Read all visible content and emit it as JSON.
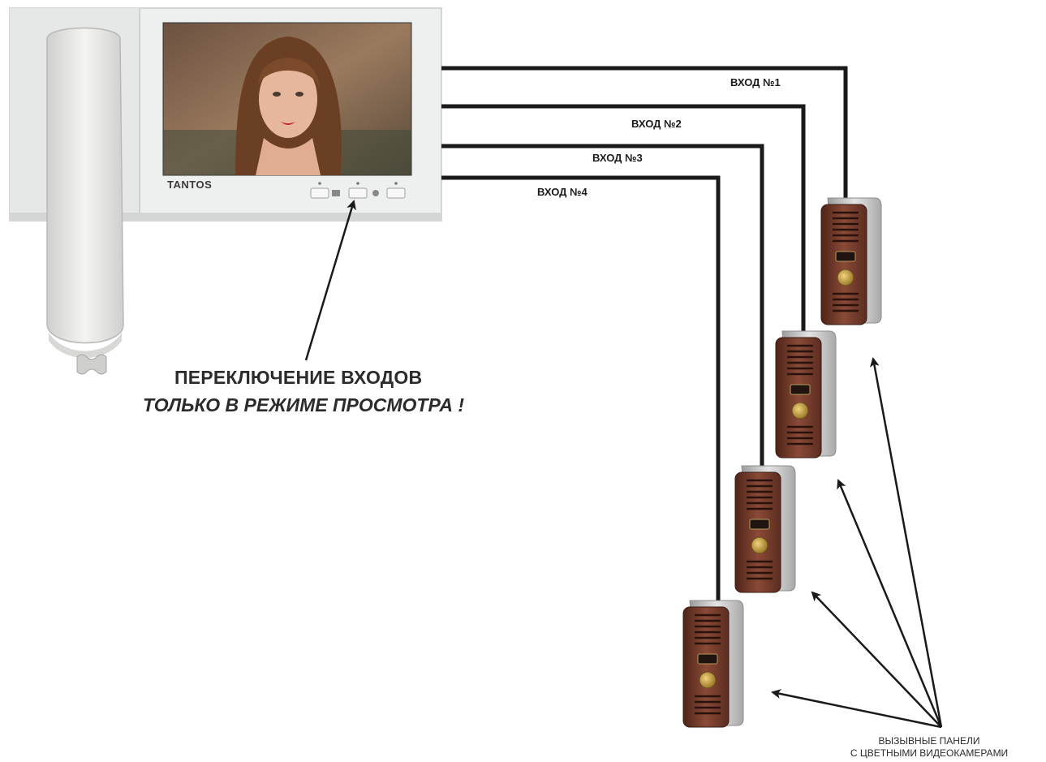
{
  "monitor": {
    "brand": "TANTOS"
  },
  "inputs": [
    {
      "label": "ВХОД №1"
    },
    {
      "label": "ВХОД №2"
    },
    {
      "label": "ВХОД №3"
    },
    {
      "label": "ВХОД №4"
    }
  ],
  "note": {
    "line1": "ПЕРЕКЛЮЧЕНИЕ  ВХОДОВ",
    "line2": "ТОЛЬКО В РЕЖИМЕ ПРОСМОТРА !"
  },
  "caption": {
    "line1": "ВЫЗЫВНЫЕ ПАНЕЛИ",
    "line2": "С ЦВЕТНЫМИ ВИДЕОКАМЕРАМИ"
  },
  "colors": {
    "wire": "#1a1a1a",
    "panel_body": "#7a3b2e",
    "panel_housing": "#c9c9c9",
    "monitor_body": "#eef0ef"
  }
}
